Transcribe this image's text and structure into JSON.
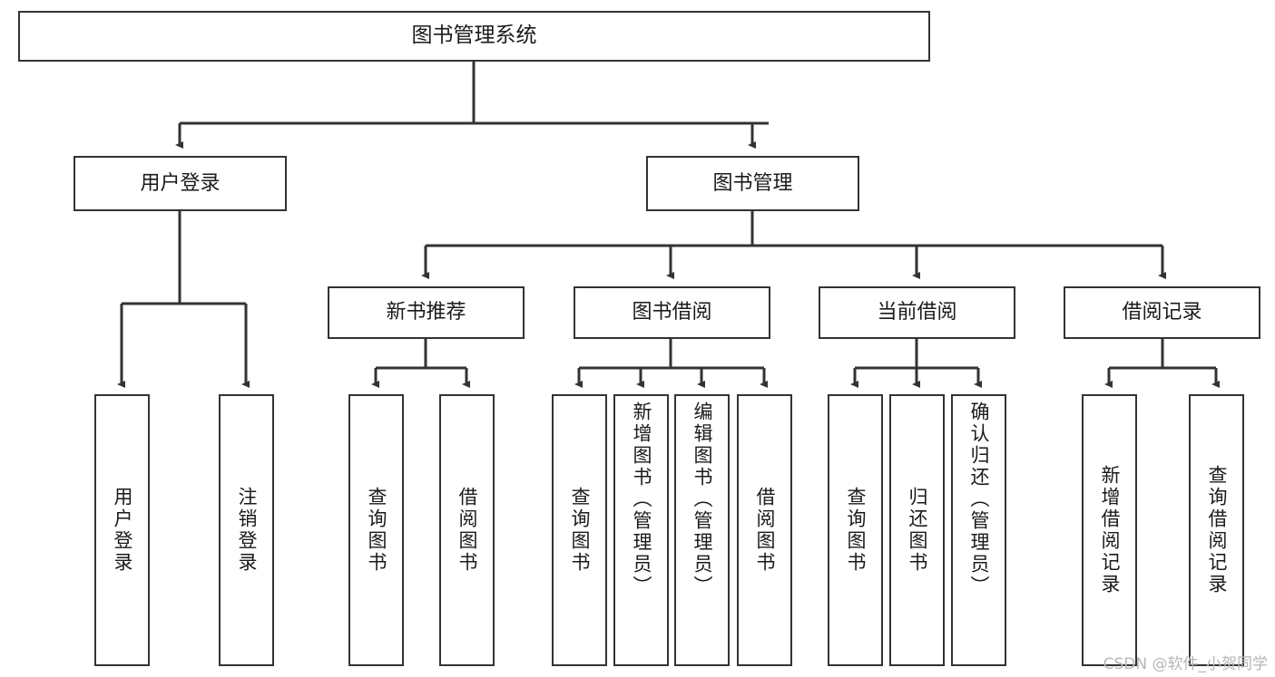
{
  "diagram": {
    "type": "tree",
    "title": "图书管理系统",
    "watermark": "CSDN @软件_小贺同学",
    "colors": {
      "box_border": "#333333",
      "box_fill": "#ffffff",
      "edge": "#333333",
      "text": "#1a1a1a",
      "watermark": "#b6b6b6"
    },
    "nodes": {
      "root": {
        "label": "图书管理系统"
      },
      "level2": [
        {
          "id": "user-login",
          "label": "用户登录"
        },
        {
          "id": "book-management",
          "label": "图书管理"
        }
      ],
      "level3": [
        {
          "id": "new-book-recommend",
          "label": "新书推荐"
        },
        {
          "id": "book-borrow",
          "label": "图书借阅"
        },
        {
          "id": "current-borrow",
          "label": "当前借阅"
        },
        {
          "id": "borrow-record",
          "label": "借阅记录"
        }
      ],
      "leaves": {
        "user-login": [
          {
            "id": "leaf-user-login",
            "label": "用户登录"
          },
          {
            "id": "leaf-logout",
            "label": "注销登录"
          }
        ],
        "new-book-recommend": [
          {
            "id": "leaf-query-book-1",
            "label": "查询图书"
          },
          {
            "id": "leaf-borrow-book-1",
            "label": "借阅图书"
          }
        ],
        "book-borrow": [
          {
            "id": "leaf-query-book-2",
            "label": "查询图书"
          },
          {
            "id": "leaf-add-book",
            "label": "新增图书（管理员）"
          },
          {
            "id": "leaf-edit-book",
            "label": "编辑图书（管理员）"
          },
          {
            "id": "leaf-borrow-book-2",
            "label": "借阅图书"
          }
        ],
        "current-borrow": [
          {
            "id": "leaf-query-book-3",
            "label": "查询图书"
          },
          {
            "id": "leaf-return-book",
            "label": "归还图书"
          },
          {
            "id": "leaf-confirm-return",
            "label": "确认归还（管理员）"
          }
        ],
        "borrow-record": [
          {
            "id": "leaf-add-record",
            "label": "新增借阅记录"
          },
          {
            "id": "leaf-query-record",
            "label": "查询借阅记录"
          }
        ]
      }
    }
  }
}
